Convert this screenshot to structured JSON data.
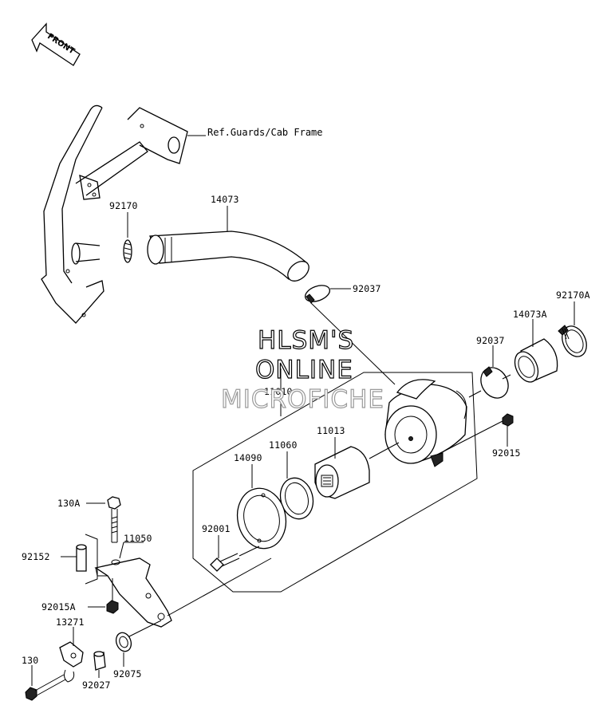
{
  "front_arrow": {
    "text": "FRONT"
  },
  "reference": {
    "text": "Ref.Guards/Cab Frame"
  },
  "watermark": {
    "line1": "HLSM'S",
    "line2": "ONLINE",
    "line3": "MICROFICHE"
  },
  "parts": [
    {
      "id": "92170",
      "label": "92170"
    },
    {
      "id": "14073",
      "label": "14073"
    },
    {
      "id": "92037a",
      "label": "92037"
    },
    {
      "id": "92170A",
      "label": "92170A"
    },
    {
      "id": "14073A",
      "label": "14073A"
    },
    {
      "id": "92037b",
      "label": "92037"
    },
    {
      "id": "11010",
      "label": "11010"
    },
    {
      "id": "11013",
      "label": "11013"
    },
    {
      "id": "11060",
      "label": "11060"
    },
    {
      "id": "14090",
      "label": "14090"
    },
    {
      "id": "92015",
      "label": "92015"
    },
    {
      "id": "92001",
      "label": "92001"
    },
    {
      "id": "130A",
      "label": "130A"
    },
    {
      "id": "11050",
      "label": "11050"
    },
    {
      "id": "92152",
      "label": "92152"
    },
    {
      "id": "92015A",
      "label": "92015A"
    },
    {
      "id": "13271",
      "label": "13271"
    },
    {
      "id": "130",
      "label": "130"
    },
    {
      "id": "92027",
      "label": "92027"
    },
    {
      "id": "92075",
      "label": "92075"
    }
  ]
}
